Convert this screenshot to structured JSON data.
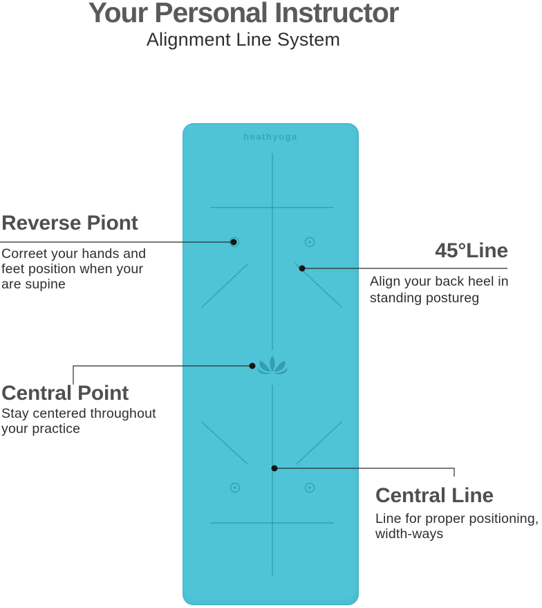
{
  "header": {
    "title": "Your Personal Instructor",
    "subtitle": "Alignment Line System"
  },
  "mat": {
    "brand": "heathyoga",
    "color": "#4ec4d6",
    "line_color": "#1e7a8c"
  },
  "callouts": {
    "reverse_point": {
      "title": "Reverse Piont",
      "lines": [
        "Correet your hands and",
        "feet position when your",
        "are supine"
      ]
    },
    "line45": {
      "title": "45°Line",
      "lines": [
        "Align your back heel in",
        "standing postureg"
      ]
    },
    "central_point": {
      "title": "Central Point",
      "lines": [
        "Stay centered throughout",
        "your practice"
      ]
    },
    "central_line": {
      "title": "Central Line",
      "lines": [
        "Line for proper positioning,",
        "width-ways"
      ]
    }
  },
  "colors": {
    "title_text": "#5a5a5c",
    "subtitle_text": "#2f2f31",
    "heading_text": "#4f4f51",
    "body_text": "#2e2e30",
    "connector": "#2b2b2b"
  }
}
